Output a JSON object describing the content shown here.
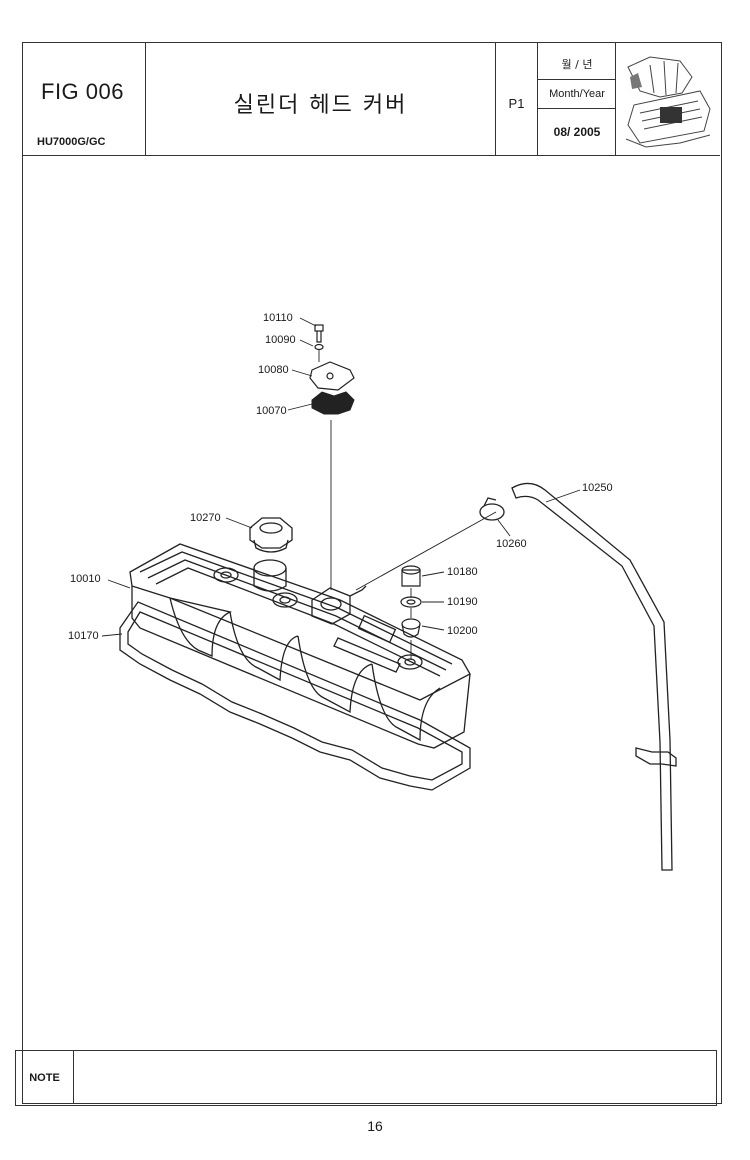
{
  "header": {
    "fig_no": "FIG 006",
    "model": "HU7000G/GC",
    "title": "실린더 헤드 커버",
    "page": "P1",
    "date_label_ko": "월 / 년",
    "date_label_en": "Month/Year",
    "date_value": "08/ 2005"
  },
  "callouts": [
    "10110",
    "10090",
    "10080",
    "10070",
    "10270",
    "10010",
    "10170",
    "10180",
    "10190",
    "10200",
    "10250",
    "10260"
  ],
  "note": {
    "label": "NOTE",
    "text": ""
  },
  "page_number": "16"
}
